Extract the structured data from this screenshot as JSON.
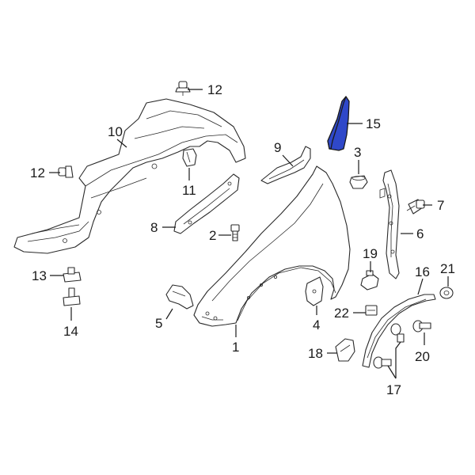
{
  "highlight_color": "#2f48c9",
  "callouts": {
    "c1": "1",
    "c2": "2",
    "c3": "3",
    "c4": "4",
    "c5": "5",
    "c6": "6",
    "c7": "7",
    "c8": "8",
    "c9": "9",
    "c10": "10",
    "c11": "11",
    "c12a": "12",
    "c12b": "12",
    "c13": "13",
    "c14": "14",
    "c15": "15",
    "c16": "16",
    "c17": "17",
    "c18": "18",
    "c19": "19",
    "c20": "20",
    "c21": "21",
    "c22": "22"
  }
}
